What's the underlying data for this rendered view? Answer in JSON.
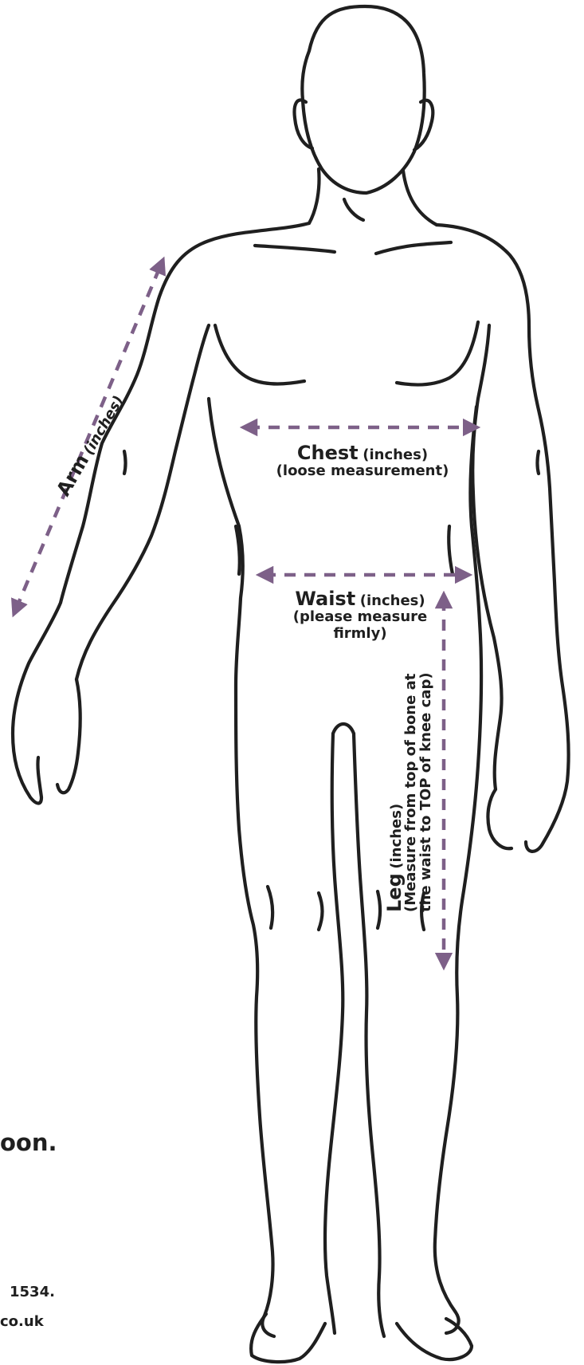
{
  "colors": {
    "outline": "#1f1f1f",
    "arrow": "#7d6088",
    "background": "#ffffff"
  },
  "labels": {
    "arm": {
      "main": "Arm",
      "unit": "(inches)"
    },
    "chest": {
      "main": "Chest",
      "unit": "(inches)",
      "note": "(loose measurement)"
    },
    "waist": {
      "main": "Waist",
      "unit": "(inches)",
      "note_line1": "(please measure",
      "note_line2": "firmly)"
    },
    "leg": {
      "main": "Leg",
      "unit": "(inches)",
      "note_line1": "(Measure from top of bone at",
      "note_line2": "the waist to TOP of knee cap)"
    }
  },
  "cropped_text": {
    "line1": "oon.",
    "line2": "1534.",
    "line3": "co.uk"
  }
}
